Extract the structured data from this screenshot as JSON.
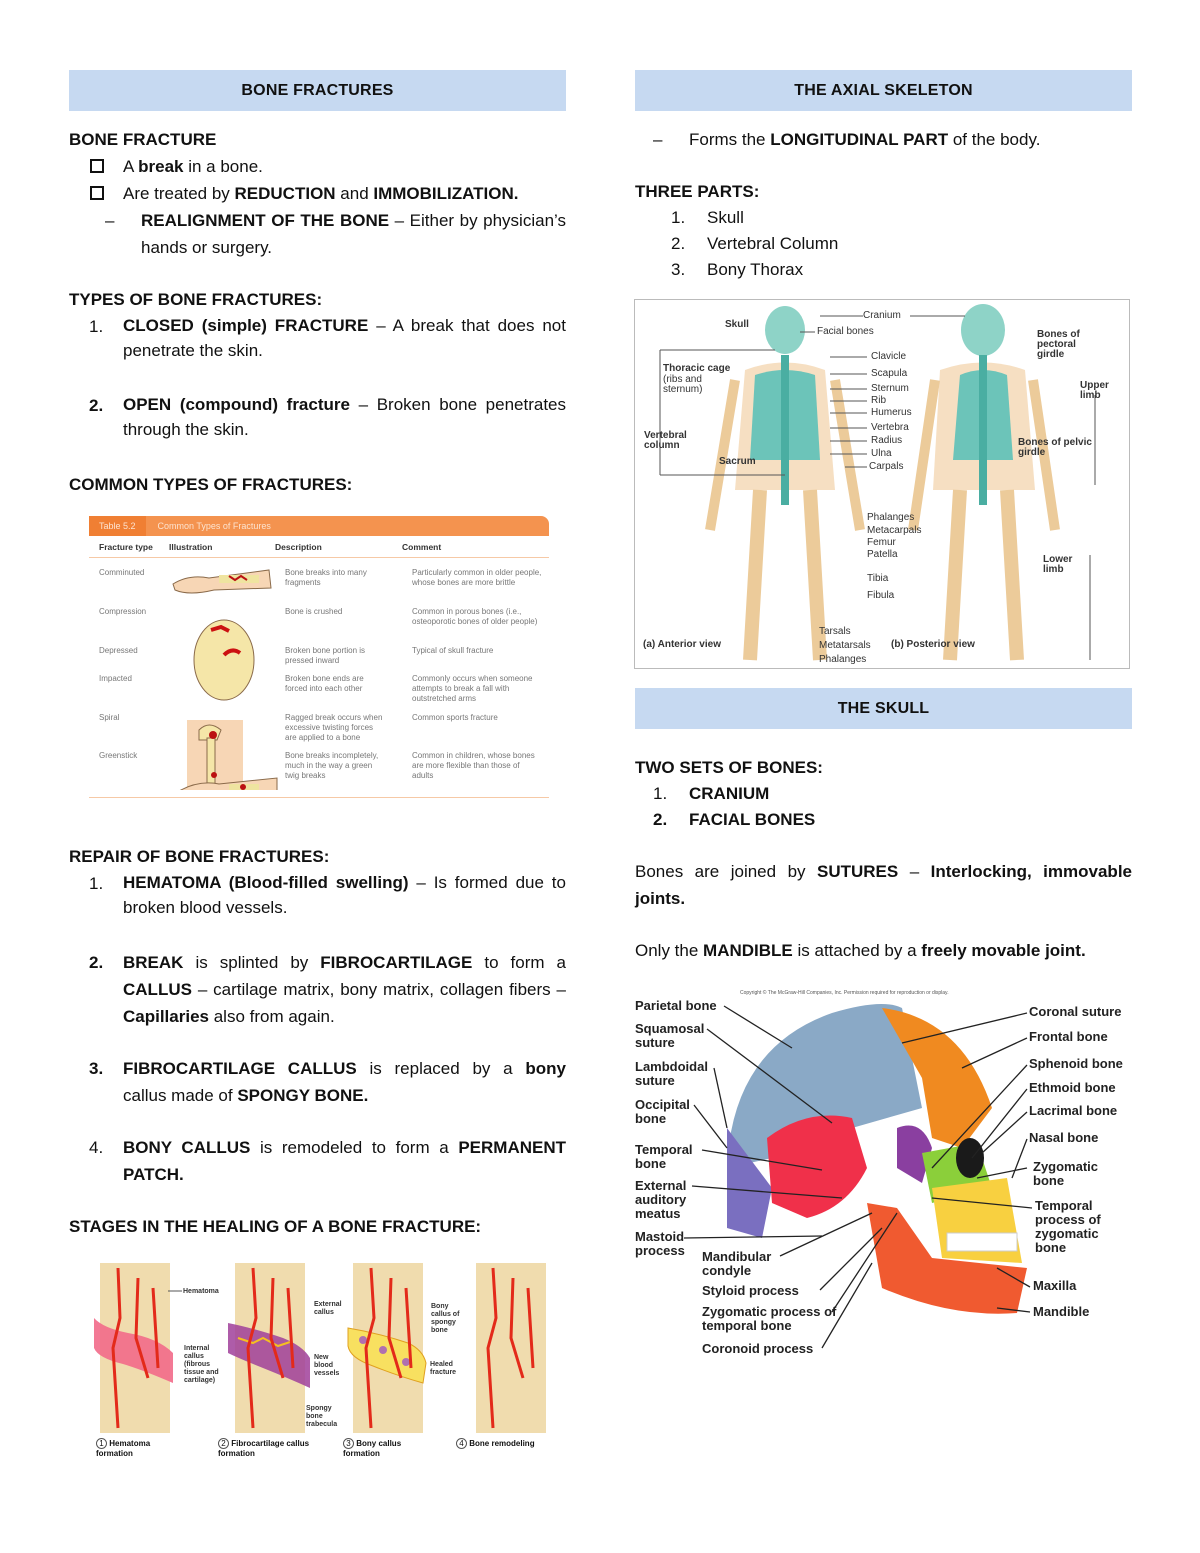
{
  "left": {
    "header": "BONE FRACTURES",
    "bone_fracture": {
      "title": "BONE FRACTURE",
      "bullets": [
        {
          "pre": "A ",
          "bold": "break",
          "post": " in a bone."
        },
        {
          "pre": "Are treated by ",
          "bold": "REDUCTION",
          "mid": " and ",
          "bold2": "IMMOBILIZATION."
        }
      ],
      "dash": {
        "bold": "REALIGNMENT OF THE BONE",
        "post": " – Either by physician’s hands or surgery."
      }
    },
    "types": {
      "title": "TYPES OF BONE FRACTURES:",
      "items": [
        {
          "num": "1.",
          "bold": "CLOSED (simple) FRACTURE",
          "post": " – A break that does not penetrate the skin."
        },
        {
          "num": "2.",
          "bold": "OPEN (compound) fracture",
          "post": " – Broken bone penetrates through the skin."
        }
      ]
    },
    "common": {
      "title": "COMMON TYPES OF FRACTURES:",
      "table": {
        "label": "Table 5.2",
        "caption": "Common Types of Fractures",
        "columns": [
          "Fracture type",
          "Illustration",
          "Description",
          "Comment"
        ],
        "rows": [
          {
            "type": "Comminuted",
            "desc": "Bone breaks into many fragments",
            "comment": "Particularly common in older people, whose bones are more brittle"
          },
          {
            "type": "Compression",
            "desc": "Bone is crushed",
            "comment": "Common in porous bones (i.e., osteoporotic bones of older people)"
          },
          {
            "type": "Depressed",
            "desc": "Broken bone portion is pressed inward",
            "comment": "Typical of skull fracture"
          },
          {
            "type": "Impacted",
            "desc": "Broken bone ends are forced into each other",
            "comment": "Commonly occurs when someone attempts to break a fall with outstretched arms"
          },
          {
            "type": "Spiral",
            "desc": "Ragged break occurs when excessive twisting forces are applied to a bone",
            "comment": "Common sports fracture"
          },
          {
            "type": "Greenstick",
            "desc": "Bone breaks incompletely, much in the way a green twig breaks",
            "comment": "Common in children, whose bones are more flexible than those of adults"
          }
        ]
      }
    },
    "repair": {
      "title": "REPAIR OF BONE FRACTURES:",
      "items": [
        {
          "num": "1.",
          "bold": "HEMATOMA (Blood-filled swelling)",
          "post": " – Is formed due to broken blood vessels."
        },
        {
          "num": "2.",
          "bold": "BREAK",
          "t1": " is splinted by ",
          "bold2": "FIBROCARTILAGE",
          "t2": " to form a ",
          "bold3": "CALLUS",
          "t3": " – cartilage matrix, bony matrix, collagen fibers – ",
          "bold4": "Capillaries",
          "t4": " also from again."
        },
        {
          "num": "3.",
          "bold": "FIBROCARTILAGE CALLUS",
          "t1": " is replaced by a ",
          "bold2": "bony",
          "t2": " callus made of ",
          "bold3": "SPONGY BONE."
        },
        {
          "num": "4.",
          "bold": "BONY CALLUS",
          "t1": " is remodeled to form a ",
          "bold2": "PERMANENT PATCH."
        }
      ]
    },
    "stages": {
      "title": "STAGES IN THE HEALING OF A BONE FRACTURE:",
      "figure": {
        "labels": {
          "hematoma": "Hematoma",
          "external_callus": "External callus",
          "internal_callus": "Internal callus (fibrous tissue and cartilage)",
          "new_vessels": "New blood vessels",
          "spongy_trabecula": "Spongy bone trabecula",
          "bony_callus": "Bony callus of spongy bone",
          "healed": "Healed fracture"
        },
        "captions": [
          {
            "num": "1",
            "text": "Hematoma formation"
          },
          {
            "num": "2",
            "text": "Fibrocartilage callus formation"
          },
          {
            "num": "3",
            "text": "Bony callus formation"
          },
          {
            "num": "4",
            "text": "Bone remodeling"
          }
        ]
      }
    }
  },
  "right": {
    "header": "THE AXIAL SKELETON",
    "intro": {
      "pre": "Forms the ",
      "bold": "LONGITUDINAL PART",
      "post": " of the body."
    },
    "parts": {
      "title": "THREE PARTS:",
      "items": [
        {
          "num": "1.",
          "text": "Skull"
        },
        {
          "num": "2.",
          "text": "Vertebral Column"
        },
        {
          "num": "3.",
          "text": "Bony Thorax"
        }
      ]
    },
    "skeleton_figure": {
      "left_labels": {
        "skull": "Skull",
        "thoracic": "Thoracic cage",
        "thoracic_sub": "(ribs and sternum)",
        "vertebral": "Vertebral column",
        "sacrum": "Sacrum",
        "anterior": "(a) Anterior view"
      },
      "center_labels": [
        "Cranium",
        "Facial bones",
        "Clavicle",
        "Scapula",
        "Sternum",
        "Rib",
        "Humerus",
        "Vertebra",
        "Radius",
        "Ulna",
        "Carpals",
        "Phalanges",
        "Metacarpals",
        "Femur",
        "Patella",
        "Tibia",
        "Fibula",
        "Tarsals",
        "Metatarsals",
        "Phalanges"
      ],
      "right_labels": {
        "pectoral": "Bones of pectoral girdle",
        "upper_limb": "Upper limb",
        "pelvic": "Bones of pelvic girdle",
        "lower_limb": "Lower limb",
        "posterior": "(b) Posterior view"
      }
    },
    "skull_section": {
      "header": "THE SKULL",
      "sets_title": "TWO SETS OF BONES:",
      "sets": [
        {
          "num": "1.",
          "text": "CRANIUM"
        },
        {
          "num": "2.",
          "text": "FACIAL BONES"
        }
      ],
      "sutures": {
        "pre": "Bones are joined by ",
        "bold": "SUTURES",
        "mid": " – ",
        "bold2": "Interlocking, immovable joints."
      },
      "mandible": {
        "pre": "Only the ",
        "bold": "MANDIBLE",
        "mid": " is attached by a ",
        "bold2": "freely movable joint."
      }
    },
    "skull_figure": {
      "copyright": "Copyright © The McGraw-Hill Companies, Inc. Permission required for reproduction or display.",
      "left_labels": [
        "Parietal bone",
        "Squamosal suture",
        "Lambdoidal suture",
        "Occipital bone",
        "Temporal bone",
        "External auditory meatus",
        "Mastoid process"
      ],
      "bottom_labels": [
        "Mandibular condyle",
        "Styloid process",
        "Zygomatic process of temporal bone",
        "Coronoid process"
      ],
      "right_labels": [
        "Coronal suture",
        "Frontal bone",
        "Sphenoid bone",
        "Ethmoid bone",
        "Lacrimal bone",
        "Nasal bone",
        "Zygomatic bone",
        "Temporal process of zygomatic bone",
        "Maxilla",
        "Mandible"
      ]
    }
  },
  "colors": {
    "header_bg": "#c6d9f1",
    "table_orange": "#f4934f",
    "skeleton_teal": "#6cc4b9",
    "bone_tan": "#f3d2a4"
  }
}
